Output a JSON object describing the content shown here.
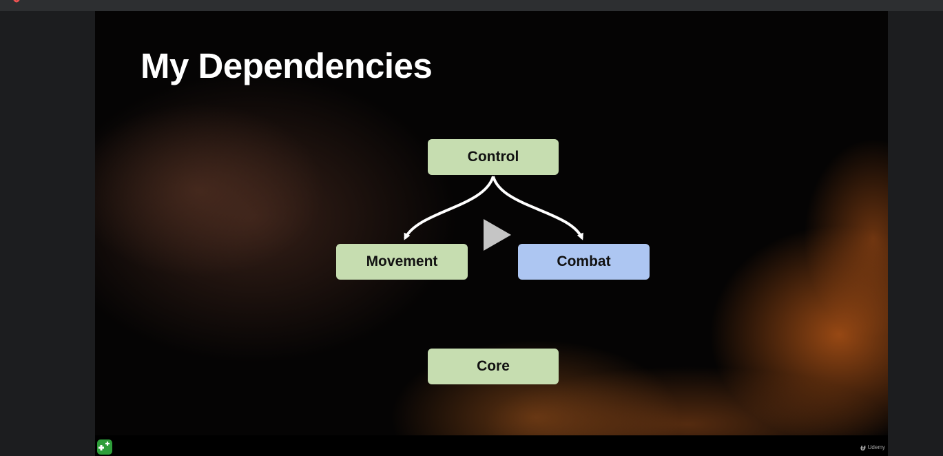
{
  "slide": {
    "title": "My Dependencies"
  },
  "diagram": {
    "nodes": {
      "control": "Control",
      "movement": "Movement",
      "combat": "Combat",
      "core": "Core"
    }
  },
  "footer": {
    "brand_mark": "ᵾ",
    "brand_name": "Udemy"
  },
  "icons": {
    "play": "play-icon",
    "add_note": "add-note-icon",
    "brand": "udemy-logo-icon"
  },
  "colors": {
    "node_green": "#c6ddb0",
    "node_blue": "#adc6f2",
    "add_note_green": "#2e9e3a"
  }
}
